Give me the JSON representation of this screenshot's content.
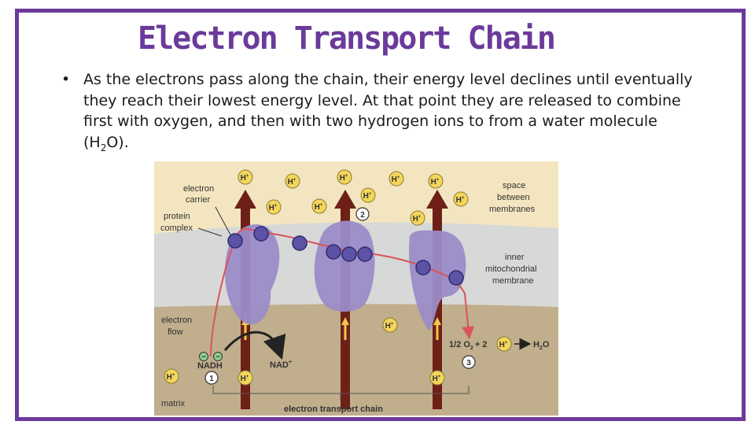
{
  "slide": {
    "title": "Electron Transport Chain",
    "bullet_marker": "•",
    "bullet_text": "As the electrons pass along the chain, their energy level declines until eventually they reach their lowest energy level. At that point they are released to combine first with oxygen, and then with two hydrogen ions to from a water molecule (H",
    "bullet_sub": "2",
    "bullet_end": "O)."
  },
  "diagram": {
    "labels": {
      "electron_carrier": [
        "electron",
        "carrier"
      ],
      "protein_complex": [
        "protein",
        "complex"
      ],
      "space_between": [
        "space",
        "between",
        "membranes"
      ],
      "inner_membrane": [
        "inner",
        "mitochondrial",
        "membrane"
      ],
      "electron_flow": [
        "electron",
        "flow"
      ],
      "matrix": "matrix",
      "chain": "electron transport chain",
      "nadh": "NADH",
      "nad": "NAD",
      "nad_sup": "+",
      "reaction_left": "1/2 O",
      "reaction_sub": "2",
      "reaction_plus": "+ 2",
      "reaction_water": "H",
      "reaction_water_sub": "2",
      "reaction_water_o": "O",
      "h_ion": "H",
      "h_sup": "+",
      "electron": "−"
    },
    "steps": [
      "1",
      "2",
      "3"
    ],
    "colors": {
      "space": "#f3e5bf",
      "membrane": "#d7d8d8",
      "matrix": "#c0ae8c",
      "protein": "#9b8cc8",
      "carrier": "#5c53a6",
      "arrow": "#6e2018",
      "flow": "#d8545a",
      "h_ion": "#f4d65a"
    }
  }
}
